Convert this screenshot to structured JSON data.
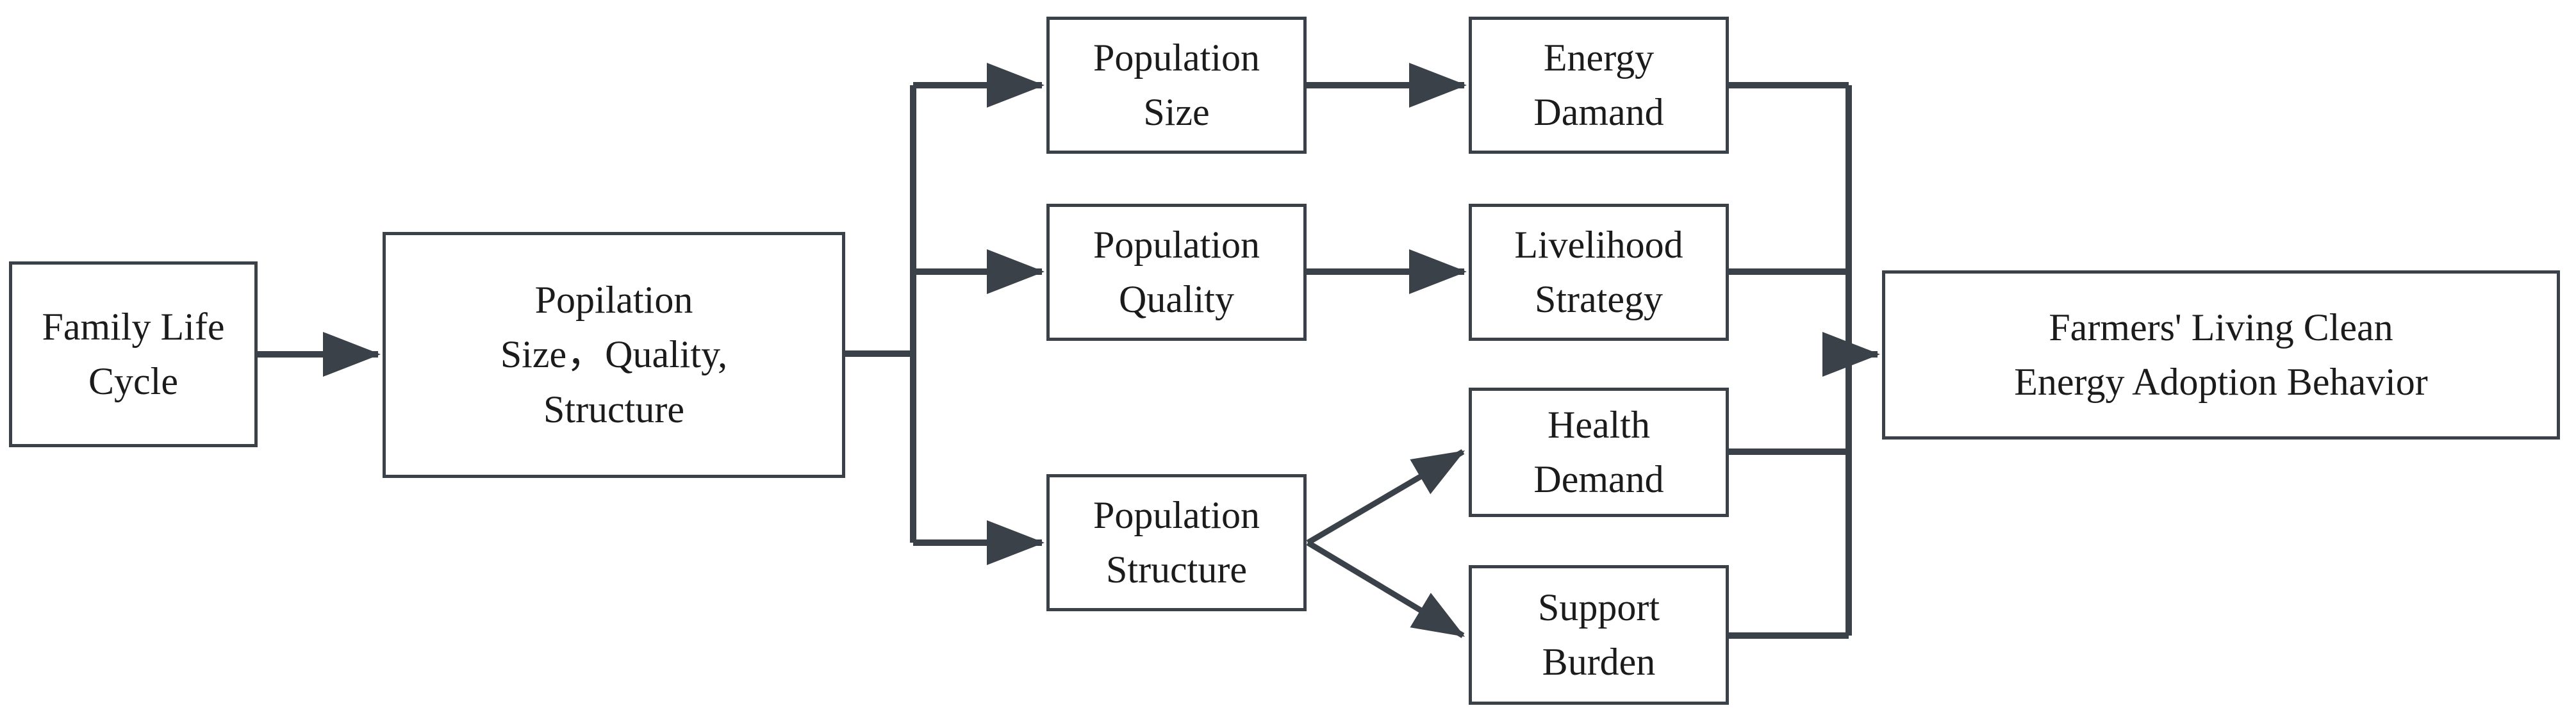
{
  "diagram": {
    "type": "flow-diagram",
    "title": "",
    "background_color": "#ffffff",
    "node_border_color": "#3b4148",
    "node_fill_color": "#ffffff",
    "text_color": "#1b1b1b",
    "connector_color": "#3b4148",
    "nodes": [
      {
        "id": "family-life-cycle",
        "label": "Family Life\nCycle"
      },
      {
        "id": "population-attributes",
        "label": "Popilation\nSize，Quality,\nStructure"
      },
      {
        "id": "population-size",
        "label": "Population\nSize"
      },
      {
        "id": "energy-demand",
        "label": "Energy\nDamand"
      },
      {
        "id": "population-quality",
        "label": "Population\nQuality"
      },
      {
        "id": "livelihood-strategy",
        "label": "Livelihood\nStrategy"
      },
      {
        "id": "population-structure",
        "label": "Population\nStructure"
      },
      {
        "id": "health-demand",
        "label": "Health\nDemand"
      },
      {
        "id": "support-burden",
        "label": "Support\nBurden"
      },
      {
        "id": "outcome",
        "label": "Farmers' Living Clean\nEnergy Adoption Behavior"
      }
    ],
    "edges": [
      {
        "from": "family-life-cycle",
        "to": "population-attributes",
        "style": "straight-arrow"
      },
      {
        "from": "population-attributes",
        "to": "population-size",
        "style": "orthogonal-arrow"
      },
      {
        "from": "population-attributes",
        "to": "population-quality",
        "style": "orthogonal-arrow"
      },
      {
        "from": "population-attributes",
        "to": "population-structure",
        "style": "orthogonal-arrow"
      },
      {
        "from": "population-size",
        "to": "energy-demand",
        "style": "straight-arrow"
      },
      {
        "from": "population-quality",
        "to": "livelihood-strategy",
        "style": "straight-arrow"
      },
      {
        "from": "population-structure",
        "to": "health-demand",
        "style": "diagonal-arrow"
      },
      {
        "from": "population-structure",
        "to": "support-burden",
        "style": "diagonal-arrow"
      },
      {
        "from": "energy-demand",
        "to": "outcome",
        "style": "orthogonal-merge"
      },
      {
        "from": "livelihood-strategy",
        "to": "outcome",
        "style": "orthogonal-merge"
      },
      {
        "from": "health-demand",
        "to": "outcome",
        "style": "orthogonal-merge"
      },
      {
        "from": "support-burden",
        "to": "outcome",
        "style": "orthogonal-merge"
      }
    ]
  }
}
